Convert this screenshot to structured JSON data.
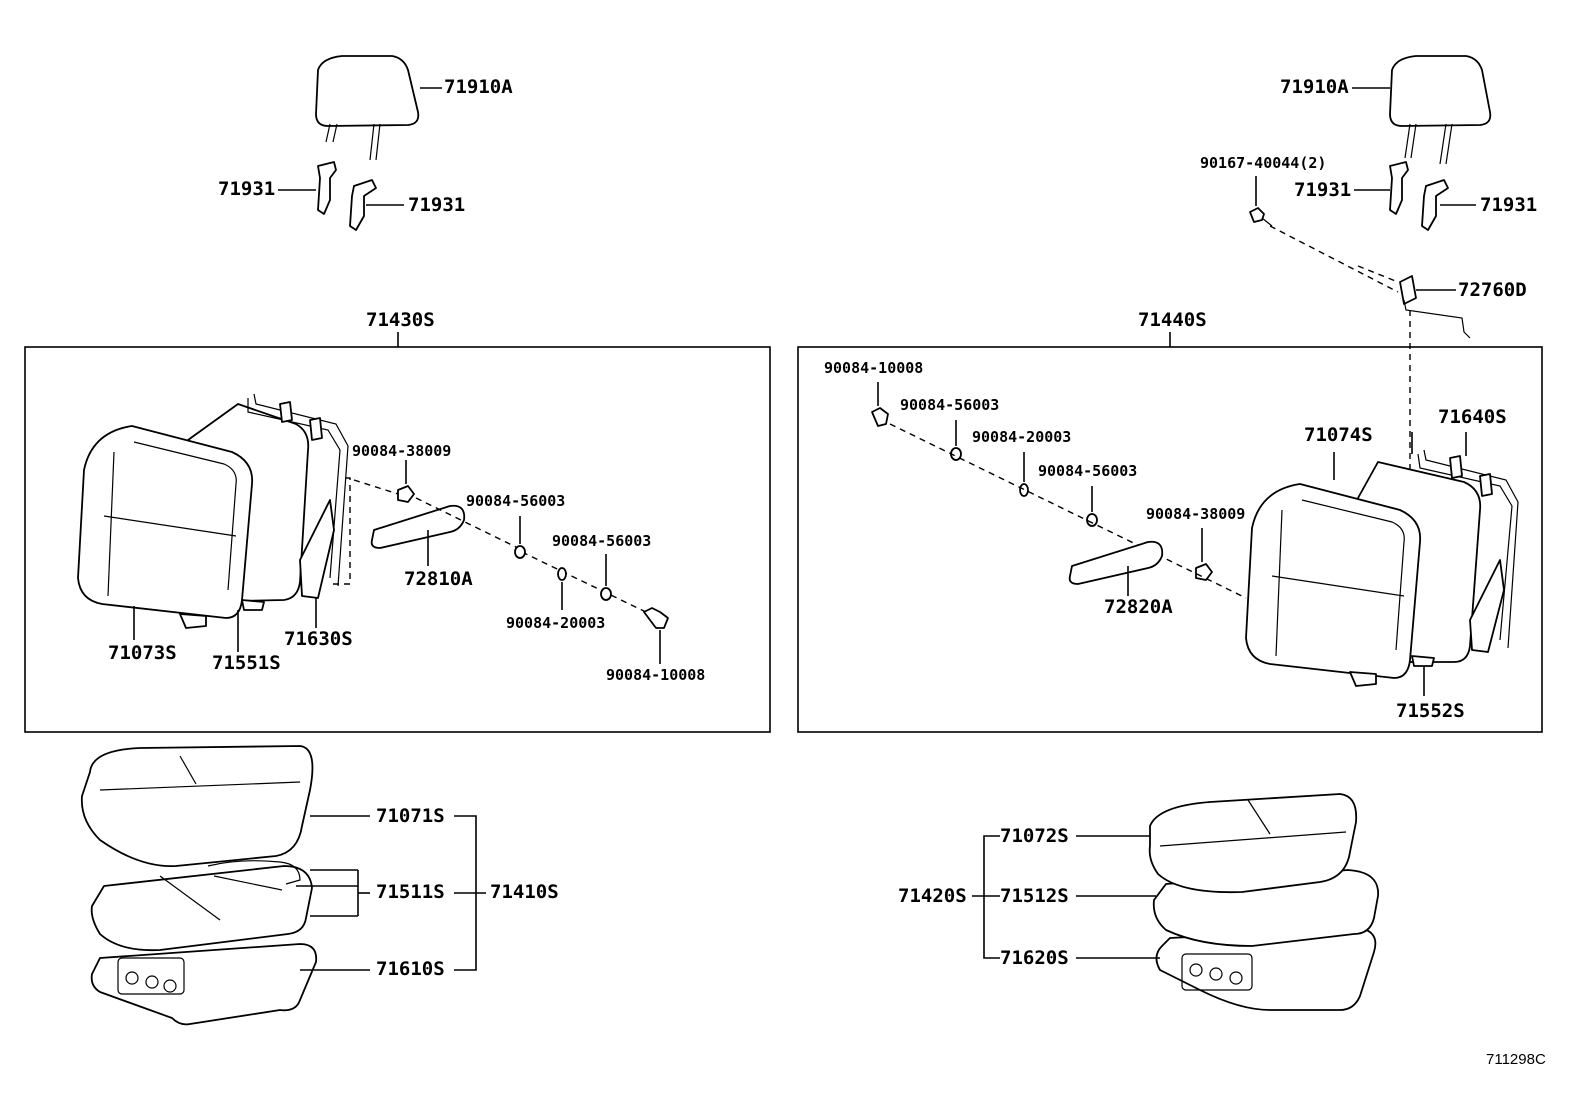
{
  "labels": {
    "l_71910a_left": "71910A",
    "l_71931_ll": "71931",
    "l_71931_lr": "71931",
    "l_71910a_right": "71910A",
    "l_90167": "90167-40044(2)",
    "l_71931_rl": "71931",
    "l_71931_rr": "71931",
    "l_72760d": "72760D",
    "l_71430s": "71430S",
    "l_71440s": "71440S",
    "l_90084_38009_l": "90084-38009",
    "l_90084_56003_l1": "90084-56003",
    "l_90084_56003_l2": "90084-56003",
    "l_72810a": "72810A",
    "l_90084_20003_l": "90084-20003",
    "l_90084_10008_l": "90084-10008",
    "l_71073s": "71073S",
    "l_71551s": "71551S",
    "l_71630s": "71630S",
    "l_90084_10008_r": "90084-10008",
    "l_90084_56003_r1": "90084-56003",
    "l_90084_20003_r": "90084-20003",
    "l_90084_56003_r2": "90084-56003",
    "l_90084_38009_r": "90084-38009",
    "l_72820a": "72820A",
    "l_71074s": "71074S",
    "l_71640s": "71640S",
    "l_71552s": "71552S",
    "l_71071s": "71071S",
    "l_71511s": "71511S",
    "l_71410s": "71410S",
    "l_71610s": "71610S",
    "l_71072s": "71072S",
    "l_71420s": "71420S",
    "l_71512s": "71512S",
    "l_71620s": "71620S",
    "figure_code": "711298C"
  }
}
